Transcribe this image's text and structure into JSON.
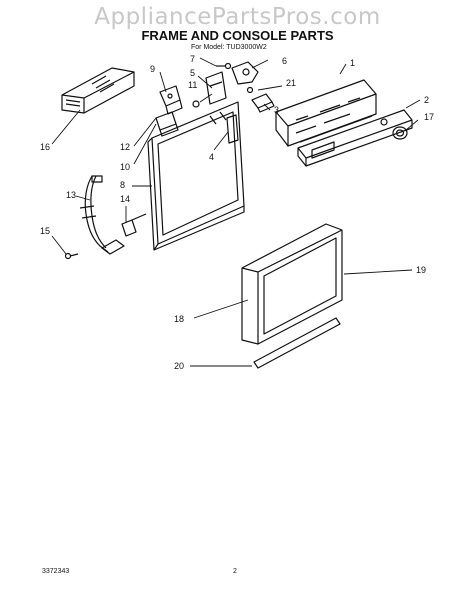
{
  "header": {
    "watermark": "AppliancePartsPros.com",
    "title": "FRAME AND CONSOLE PARTS",
    "subtitle": "For Model: TUD3000W2"
  },
  "footer": {
    "doc_number": "3372343",
    "page_number": "2"
  },
  "callouts": [
    "1",
    "2",
    "3",
    "4",
    "5",
    "6",
    "7",
    "8",
    "9",
    "10",
    "11",
    "12",
    "13",
    "14",
    "15",
    "16",
    "17",
    "18",
    "19",
    "20",
    "21"
  ]
}
